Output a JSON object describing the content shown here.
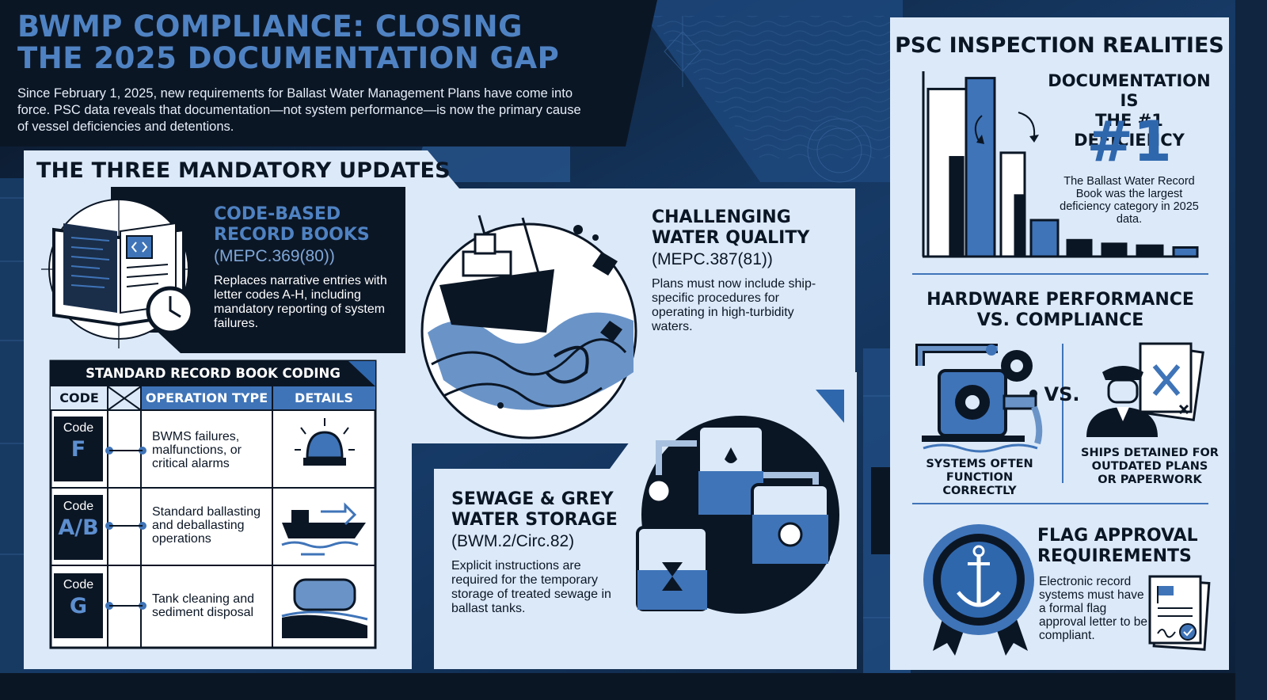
{
  "header": {
    "title_line1": "BWMP COMPLIANCE: CLOSING",
    "title_line2": "THE 2025 DOCUMENTATION GAP",
    "intro": "Since February 1, 2025, new requirements for Ballast Water Management Plans have come into force. PSC data reveals that documentation—not system performance—is now the primary cause of vessel deficiencies and detentions."
  },
  "updates_section": {
    "heading": "THE THREE MANDATORY UPDATES",
    "items": [
      {
        "title_line1": "CODE-BASED",
        "title_line2": "RECORD BOOKS",
        "ref": "(MEPC.369(80))",
        "description": "Replaces narrative entries with letter codes A-H, including mandatory reporting of system failures.",
        "icon": "book-clock-icon"
      },
      {
        "title_line1": "CHALLENGING",
        "title_line2": "WATER QUALITY",
        "ref": "(MEPC.387(81))",
        "description": "Plans must now include ship-specific procedures for operating in high-turbidity waters.",
        "icon": "ship-waves-icon"
      },
      {
        "title_line1": "SEWAGE & GREY",
        "title_line2": "WATER STORAGE",
        "ref": "(BWM.2/Circ.82)",
        "description": "Explicit instructions are required for the temporary storage of treated sewage in ballast tanks.",
        "icon": "storage-tanks-icon"
      }
    ]
  },
  "record_table": {
    "caption": "STANDARD RECORD BOOK CODING",
    "columns": [
      "CODE",
      "OPERATION TYPE",
      "DETAILS"
    ],
    "rows": [
      {
        "code_label": "Code",
        "code": "F",
        "operation": "BWMS failures, malfunctions, or critical alarms",
        "icon": "alarm-light-icon"
      },
      {
        "code_label": "Code",
        "code": "A/B",
        "operation": "Standard ballasting and deballasting operations",
        "icon": "ship-ballast-icon"
      },
      {
        "code_label": "Code",
        "code": "G",
        "operation": "Tank cleaning and sediment disposal",
        "icon": "tank-sediment-icon"
      }
    ]
  },
  "psc": {
    "title": "PSC INSPECTION REALITIES",
    "deficiency_title_line1": "DOCUMENTATION IS",
    "deficiency_title_line2": "THE #1 DEFICIENCY",
    "big_number": "#1",
    "deficiency_note": "The Ballast Water Record Book was the largest deficiency category in 2025 data.",
    "bar_levels": [
      0.92,
      0.98,
      0.57,
      0.2,
      0.09,
      0.07,
      0.06,
      0.05
    ],
    "hardware_title_line1": "HARDWARE PERFORMANCE",
    "hardware_title_line2": "VS. COMPLIANCE",
    "vs_label": "VS.",
    "left_caption_line1": "SYSTEMS OFTEN",
    "left_caption_line2": "FUNCTION CORRECTLY",
    "right_caption_line1": "SHIPS DETAINED FOR",
    "right_caption_line2": "OUTDATED PLANS",
    "right_caption_line3": "OR PAPERWORK",
    "flag_title_line1": "FLAG APPROVAL",
    "flag_title_line2": "REQUIREMENTS",
    "flag_description": "Electronic record systems must have a formal flag approval letter to be compliant."
  },
  "colors": {
    "navy": "#0b1625",
    "blue": "#3f74b8",
    "light_blue": "#dce9f8",
    "accent": "#4f82c2"
  }
}
